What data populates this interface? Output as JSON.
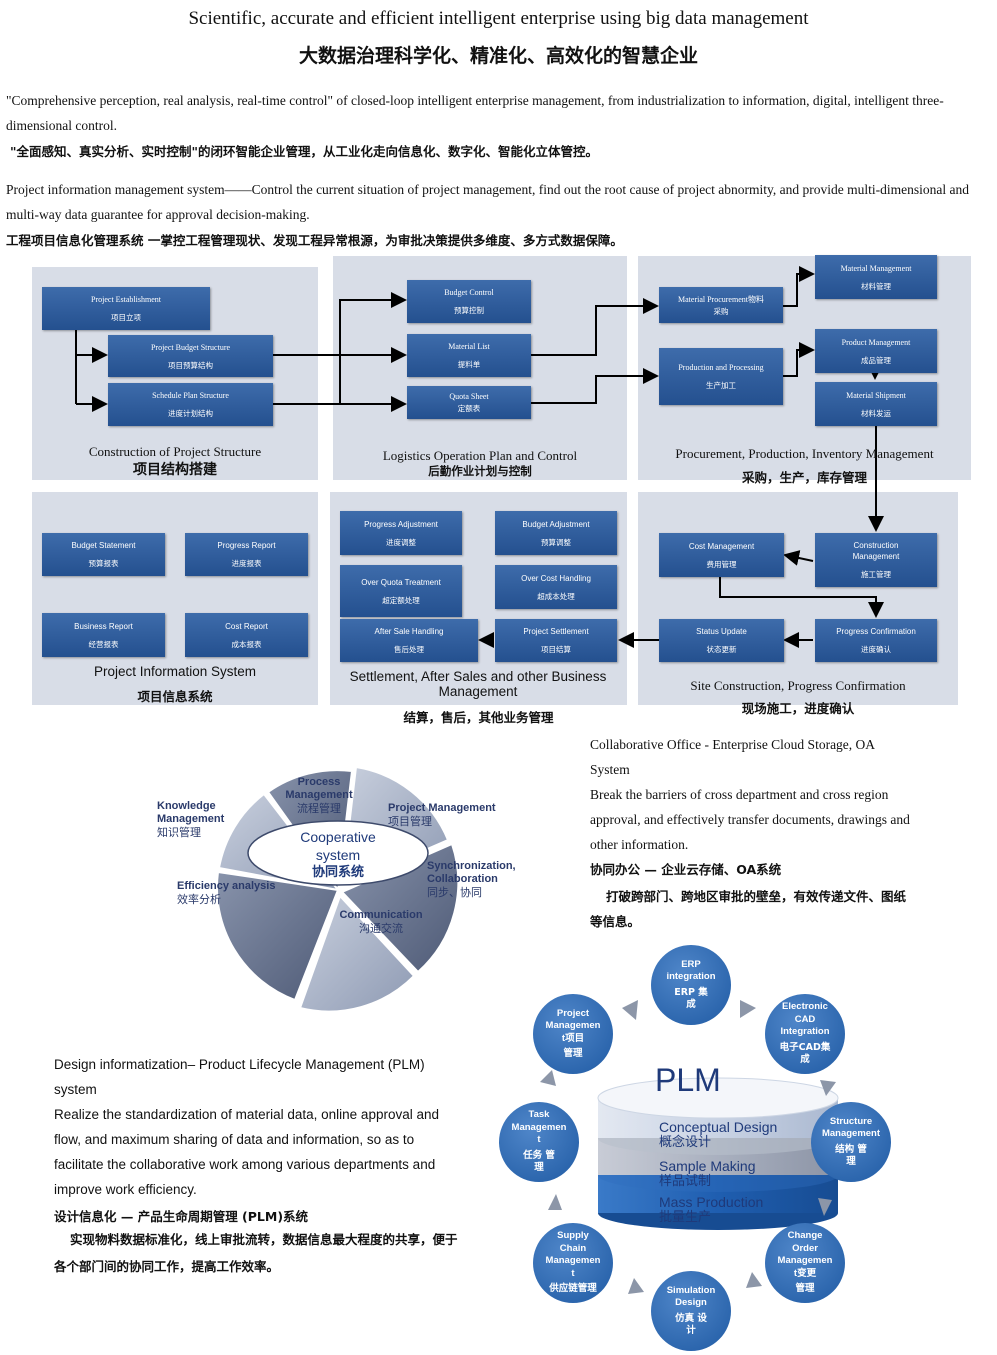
{
  "title": {
    "en": "Scientific, accurate and efficient intelligent enterprise using big data management",
    "cn": "大数据治理科学化、精准化、高效化的智慧企业"
  },
  "intro": {
    "en": "\"Comprehensive perception, real analysis, real-time control\" of closed-loop intelligent enterprise management, from industrialization to information, digital, intelligent three-dimensional control.",
    "cn": "\"全面感知、真实分析、实时控制\"的闭环智能企业管理，从工业化走向信息化、数字化、智能化立体管控。"
  },
  "pims": {
    "en": "Project information management system——Control the current situation of project management, find out the root cause of project abnormity, and provide multi-dimensional and multi-way data guarantee for approval decision-making.",
    "cn": "工程项目信息化管理系统 一掌控工程管理现状、发现工程异常根源，为审批决策提供多维度、多方式数据保障。"
  },
  "flow": {
    "panel1": {
      "title_en": "Construction of Project Structure",
      "title_cn": "项目结构搭建",
      "b1_en": "Project Establishment",
      "b1_cn": "项目立项",
      "b2_en": "Project Budget Structure",
      "b2_cn": "项目预算结构",
      "b3_en": "Schedule Plan Structure",
      "b3_cn": "进度计划结构"
    },
    "panel2": {
      "title_en": "Logistics Operation Plan and Control",
      "title_cn": "后勤作业计划与控制",
      "b1_en": "Budget Control",
      "b1_cn": "预算控制",
      "b2_en": "Material List",
      "b2_cn": "提料单",
      "b3_en": "Quota Sheet",
      "b3_cn": "定额表"
    },
    "panel3": {
      "title_en": "Procurement, Production, Inventory Management",
      "title_cn": "采购，生产，库存管理",
      "b1_en": "Material Procurement物料",
      "b1_cn": "采购",
      "b2_en": "Production and Processing",
      "b2_cn": "生产加工",
      "b3_en": "Material Management",
      "b3_cn": "材料管理",
      "b4_en": "Product Management",
      "b4_cn": "成品管理",
      "b5_en": "Material Shipment",
      "b5_cn": "材料发运"
    },
    "panel4": {
      "title_en": "Project Information System",
      "title_cn": "项目信息系统",
      "b1_en": "Budget Statement",
      "b1_cn": "预算报表",
      "b2_en": "Progress Report",
      "b2_cn": "进度报表",
      "b3_en": "Business Report",
      "b3_cn": "经营报表",
      "b4_en": "Cost Report",
      "b4_cn": "成本报表"
    },
    "panel5": {
      "title_en": "Settlement, After Sales and other Business Management",
      "title_cn": "结算，售后，其他业务管理",
      "b1_en": "Progress Adjustment",
      "b1_cn": "进度调整",
      "b2_en": "Budget Adjustment",
      "b2_cn": "预算调整",
      "b3_en": "Over Quota Treatment",
      "b3_cn": "超定额处理",
      "b4_en": "Over Cost Handling",
      "b4_cn": "超成本处理",
      "b5_en": "After Sale Handling",
      "b5_cn": "售后处理",
      "b6_en": "Project Settlement",
      "b6_cn": "项目结算"
    },
    "panel6": {
      "title_en": "Site Construction, Progress Confirmation",
      "title_cn": "现场施工，进度确认",
      "b1_en": "Cost Management",
      "b1_cn": "费用管理",
      "b2_en": "Construction Management",
      "b2_cn": "施工管理",
      "b3_en": "Status Update",
      "b3_cn": "状态更新",
      "b4_en": "Progress Confirmation",
      "b4_cn": "进度确认"
    }
  },
  "coop": {
    "center_en": "Cooperative system",
    "center_cn": "协同系统",
    "process_en": "Process Management",
    "process_cn": "流程管理",
    "project_en": "Project Management",
    "project_cn": "项目管理",
    "knowledge_en": "Knowledge Management",
    "knowledge_cn": "知识管理",
    "sync_en": "Synchronization, Collaboration",
    "sync_cn": "同步、协同",
    "efficiency_en": "Efficiency analysis",
    "efficiency_cn": "效率分析",
    "comm_en": "Communication",
    "comm_cn": "沟通交流"
  },
  "office": {
    "en1": "Collaborative Office - Enterprise Cloud Storage, OA System",
    "en2": "Break the barriers of cross department and cross region approval, and effectively transfer documents, drawings and other information.",
    "cn1": "协同办公 — 企业云存储、OA系统",
    "cn2": "打破跨部门、跨地区审批的壁垒，有效传递文件、图纸等信息。"
  },
  "design": {
    "en1": "Design informatization– Product Lifecycle Management (PLM) system",
    "en2": "Realize the standardization of material data, online approval and flow, and maximum sharing of data and information, so as to facilitate the collaborative work among various departments and improve work efficiency.",
    "cn1": "设计信息化 — 产品生命周期管理 (PLM)系统",
    "cn2": "实现物料数据标准化，线上审批流转，数据信息最大程度的共享，便于各个部门间的协同工作，提高工作效率。"
  },
  "plm": {
    "title": "PLM",
    "l1_en": "Conceptual Design",
    "l1_cn": "概念设计",
    "l2_en": "Sample Making",
    "l2_cn": "样品试制",
    "l3_en": "Mass Production",
    "l3_cn": "批量生产",
    "c_erp_en": "ERP integration",
    "c_erp_cn": "ERP 集成",
    "c_cad_en": "Electronic CAD Integration",
    "c_cad_cn": "电子CAD集成",
    "c_struct_en": "Structure Management",
    "c_struct_cn": "结构 管理",
    "c_change_en": "Change Order Managemen t变更",
    "c_change_cn": "管理",
    "c_sim_en": "Simulation Design",
    "c_sim_cn": "仿真 设计",
    "c_supply_en": "Supply Chain Managemen t",
    "c_supply_cn": "供应链管理",
    "c_task_en": "Task Managemen t",
    "c_task_cn": "任务 管理",
    "c_proj_en": "Project Managemen t项目",
    "c_proj_cn": "管理"
  },
  "colors": {
    "box": "#2e5b9b",
    "panel": "#d8dde7",
    "plm_dark": "#1a5aa8"
  }
}
